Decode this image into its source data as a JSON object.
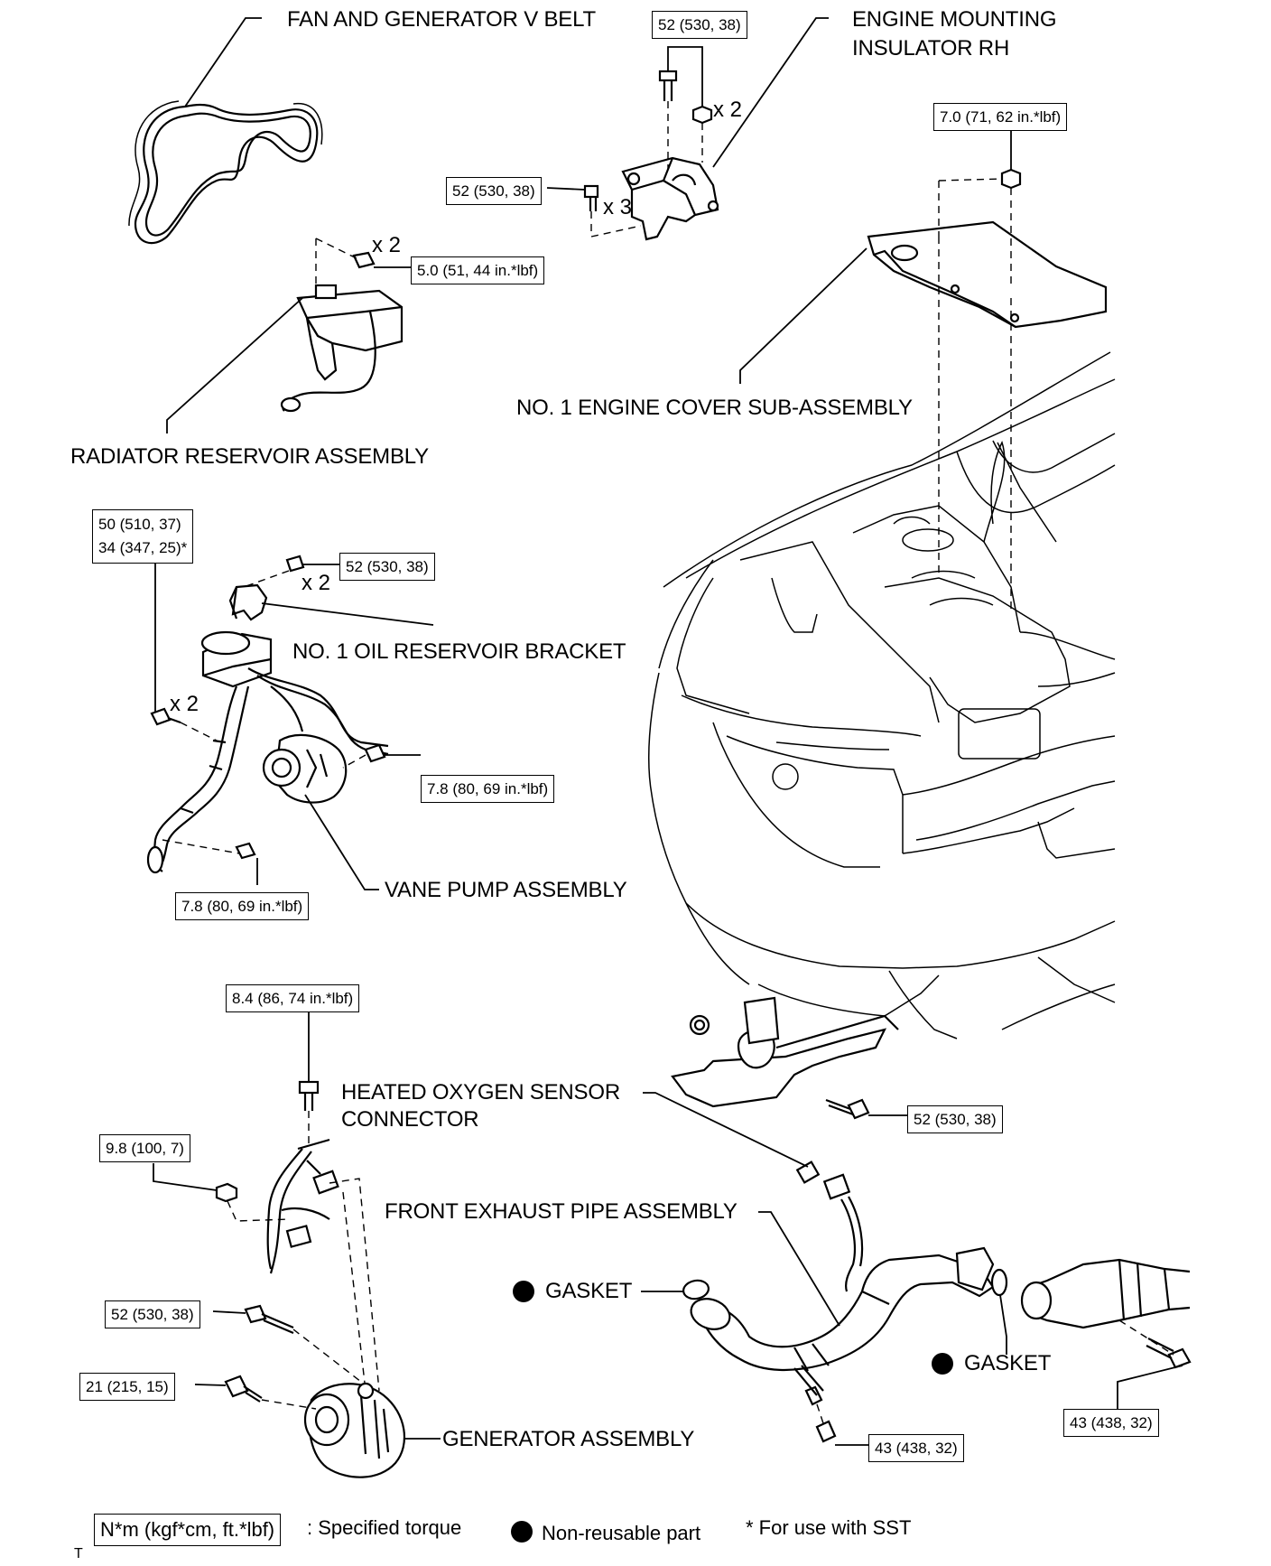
{
  "labels": {
    "fan_belt": "FAN AND GENERATOR V BELT",
    "engine_mount_1": "ENGINE MOUNTING",
    "engine_mount_2": "INSULATOR RH",
    "radiator_reservoir": "RADIATOR RESERVOIR ASSEMBLY",
    "engine_cover": "NO. 1 ENGINE COVER SUB-ASSEMBLY",
    "oil_reservoir_bracket": "NO. 1 OIL RESERVOIR BRACKET",
    "vane_pump": "VANE PUMP ASSEMBLY",
    "o2_connector_1": "HEATED OXYGEN SENSOR",
    "o2_connector_2": "CONNECTOR",
    "exhaust_pipe": "FRONT EXHAUST PIPE ASSEMBLY",
    "gasket_left": "GASKET",
    "gasket_right": "GASKET",
    "generator": "GENERATOR ASSEMBLY"
  },
  "torques": {
    "mount_top": "52 (530, 38)",
    "mount_side": "52 (530, 38)",
    "cover_nut": "7.0 (71, 62 in.*lbf)",
    "reservoir_bolt": "5.0 (51, 44 in.*lbf)",
    "pump_main_1": "50 (510, 37)",
    "pump_main_2": "34 (347, 25)*",
    "bracket_bolt": "52 (530, 38)",
    "pump_side": "7.8 (80, 69 in.*lbf)",
    "pump_bottom": "7.8 (80, 69 in.*lbf)",
    "harness_bolt": "8.4 (86, 74 in.*lbf)",
    "harness_nut": "9.8 (100, 7)",
    "gen_bolt_1": "52 (530, 38)",
    "gen_bolt_2": "21 (215, 15)",
    "exhaust_mount": "52 (530, 38)",
    "exhaust_stud": "43 (438, 32)",
    "exhaust_flange": "43 (438, 32)"
  },
  "multipliers": {
    "mount_nut": "x 2",
    "mount_bolts": "x 3",
    "reservoir": "x 2",
    "bracket": "x 2",
    "pump": "x 2"
  },
  "legend": {
    "torque_box": "N*m (kgf*cm, ft.*lbf)",
    "torque_text": ": Specified torque",
    "nonreusable_text": "Non-reusable part",
    "sst_text": "* For use with SST"
  },
  "corner_mark": "T"
}
